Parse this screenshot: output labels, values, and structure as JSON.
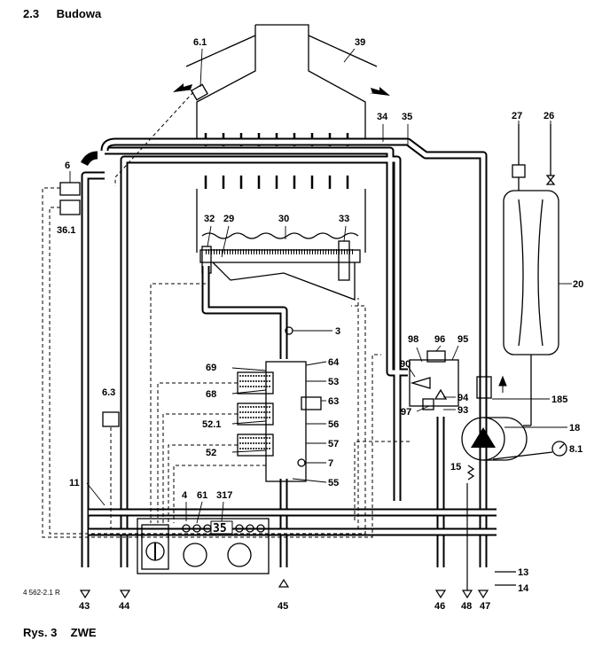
{
  "heading": {
    "number": "2.3",
    "title": "Budowa"
  },
  "caption": {
    "number": "Rys. 3",
    "title": "ZWE"
  },
  "doc_id": "4 562-2.1 R",
  "display_value": "35",
  "labels": {
    "l_6_1": "6.1",
    "l_39": "39",
    "l_34": "34",
    "l_35": "35",
    "l_27": "27",
    "l_26": "26",
    "l_6": "6",
    "l_36_1": "36.1",
    "l_32": "32",
    "l_29": "29",
    "l_30": "30",
    "l_33": "33",
    "l_20": "20",
    "l_3": "3",
    "l_98": "98",
    "l_96": "96",
    "l_95": "95",
    "l_69": "69",
    "l_64": "64",
    "l_90": "90",
    "l_53": "53",
    "l_68": "68",
    "l_63": "63",
    "l_185": "185",
    "l_97": "97",
    "l_94": "94",
    "l_93": "93",
    "l_6_3": "6.3",
    "l_52_1": "52.1",
    "l_56": "56",
    "l_18": "18",
    "l_57": "57",
    "l_8_1": "8.1",
    "l_52": "52",
    "l_7": "7",
    "l_15": "15",
    "l_11": "11",
    "l_55": "55",
    "l_4": "4",
    "l_61": "61",
    "l_317": "317",
    "l_13": "13",
    "l_14": "14",
    "l_43": "43",
    "l_44": "44",
    "l_45": "45",
    "l_46": "46",
    "l_48": "48",
    "l_47": "47"
  }
}
